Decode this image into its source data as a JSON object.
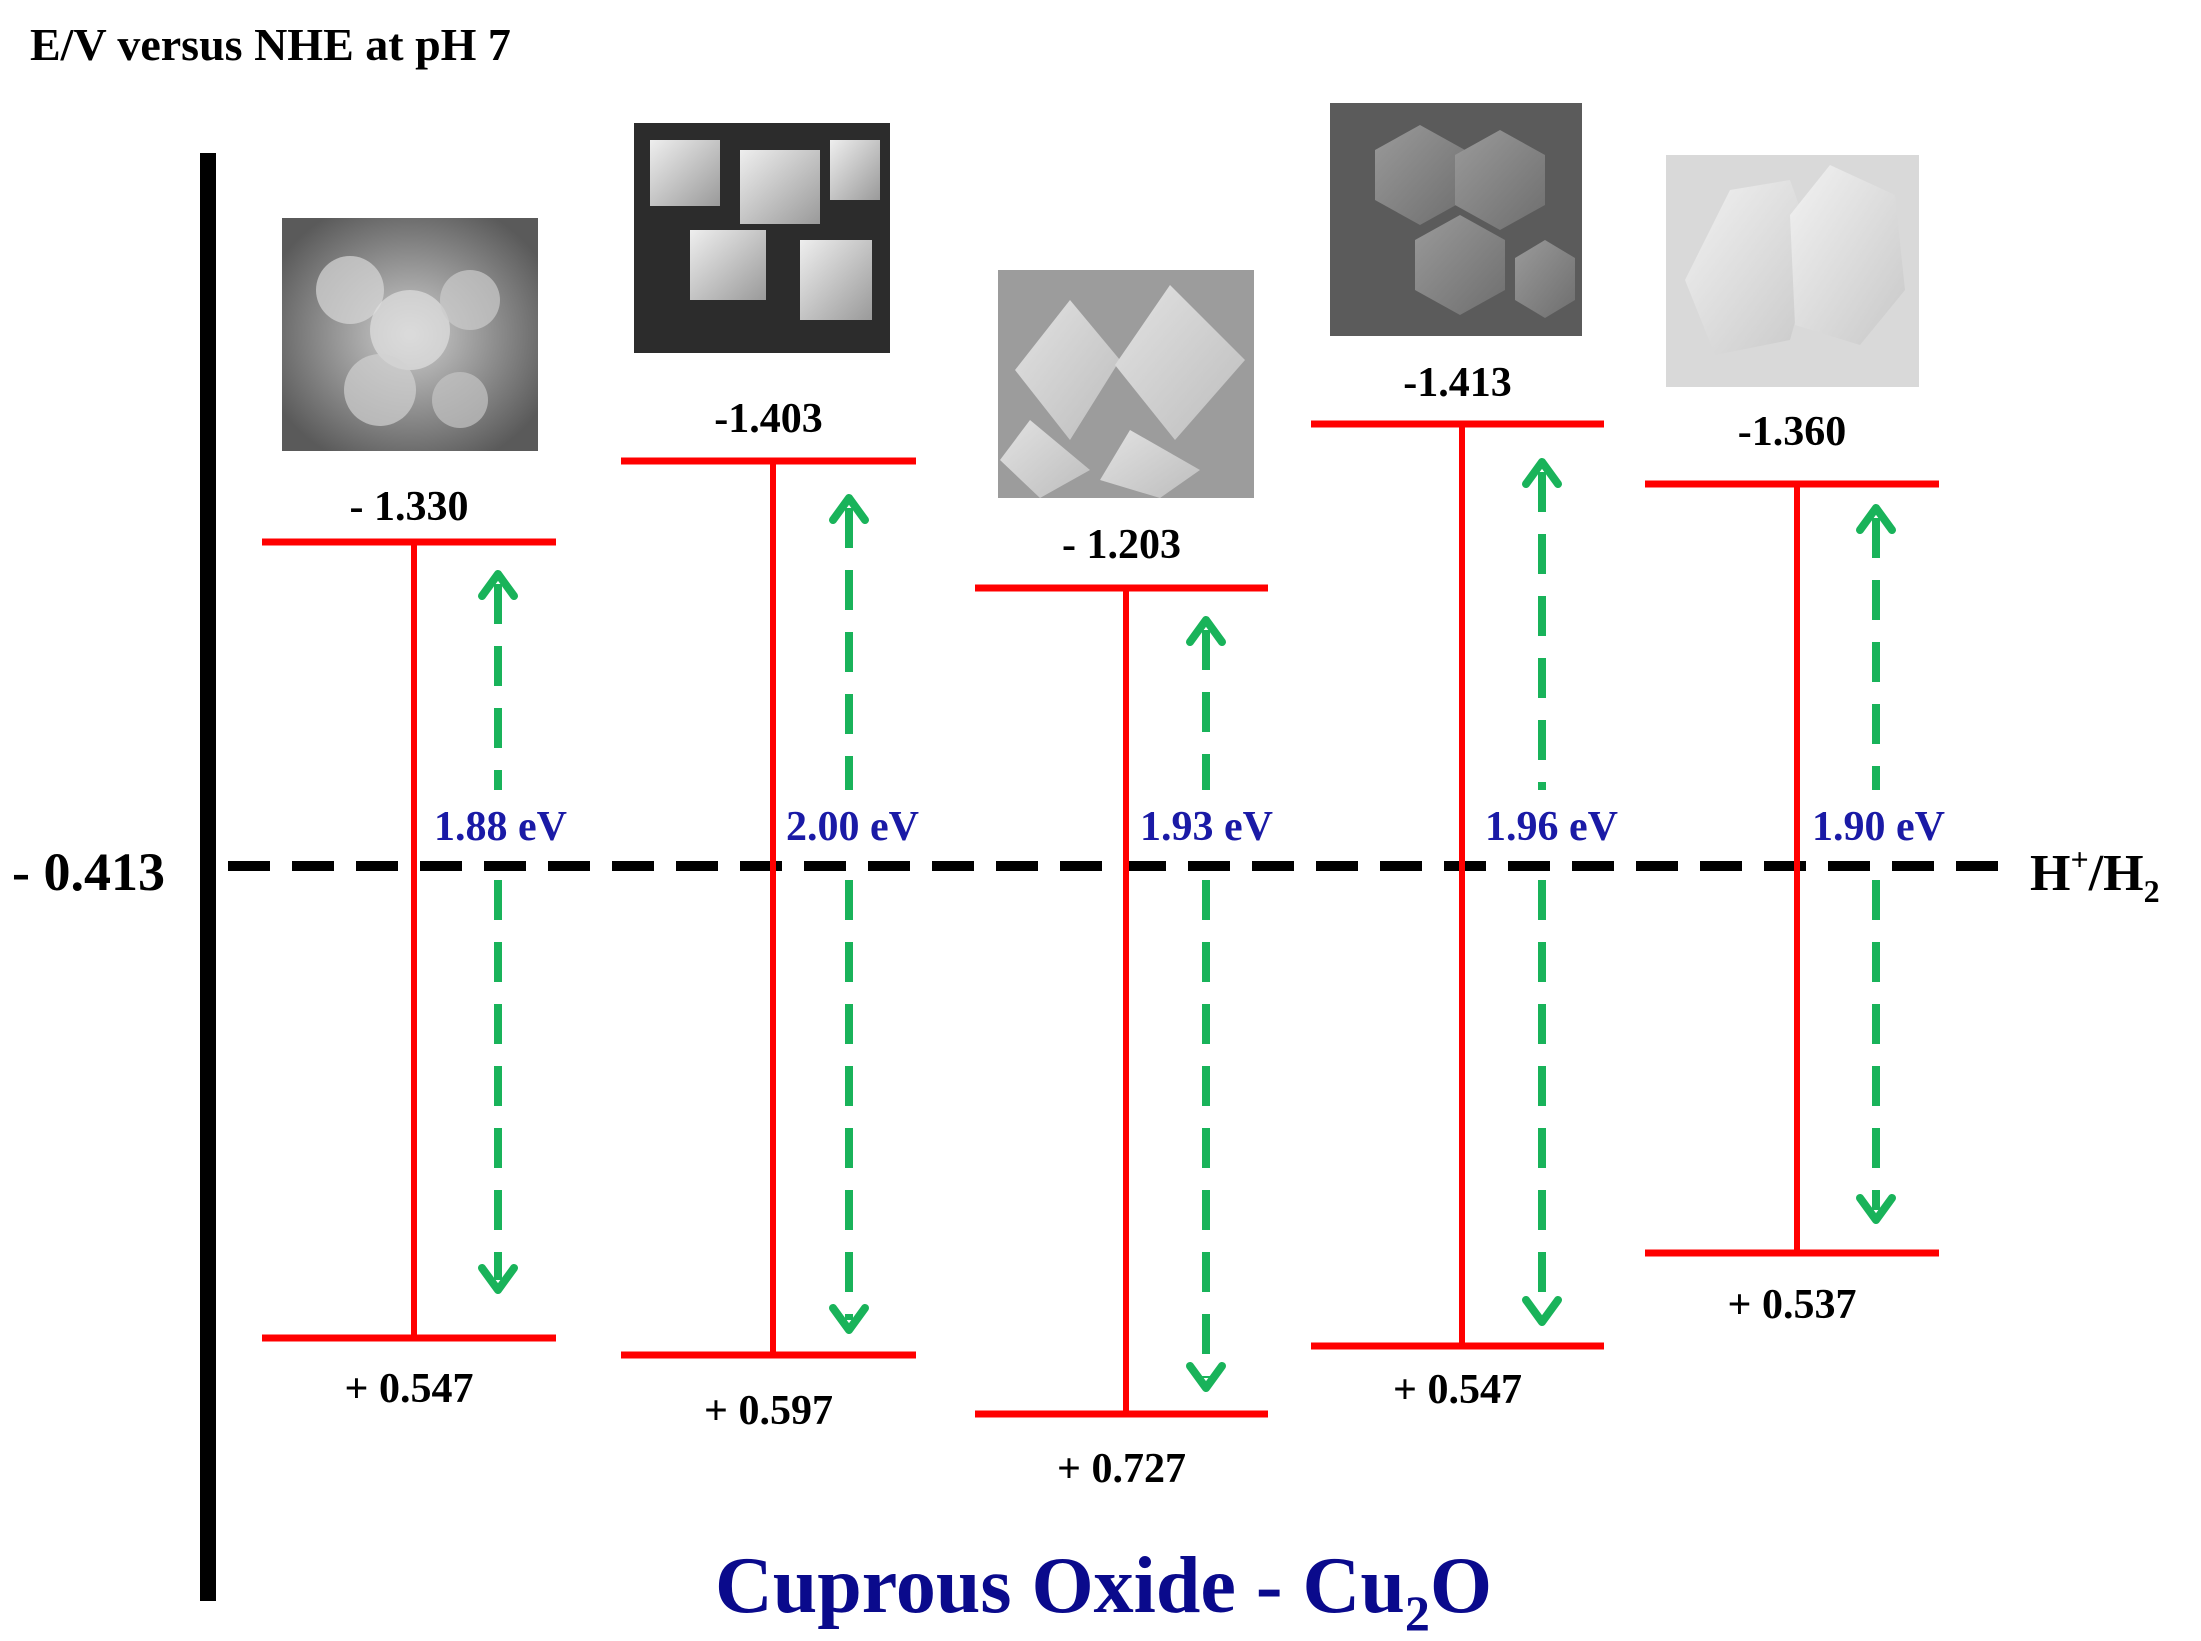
{
  "axis_title": "E/V versus NHE at pH 7",
  "reference": {
    "value_label": "- 0.413",
    "potential": -0.413,
    "couple_label_main": "H",
    "couple_label_sup": "+",
    "couple_label_mid": "/H",
    "couple_label_sub": "2"
  },
  "footer": {
    "main": "Cuprous Oxide - Cu",
    "sub": "2",
    "end": "O"
  },
  "colors": {
    "band": "#ff0000",
    "gap_arrow": "#19b35a",
    "gap_text": "#1a1aa6",
    "footer": "#0a0a8c",
    "axis": "#000000"
  },
  "columns": [
    {
      "cb_label": "- 1.330",
      "cb": -1.33,
      "vb_label": "+ 0.547",
      "vb": 0.547,
      "gap_label": "1.88 eV",
      "gap": 1.88,
      "image": "sem-aggregate-particles"
    },
    {
      "cb_label": "-1.403",
      "cb": -1.403,
      "vb_label": "+ 0.597",
      "vb": 0.597,
      "gap_label": "2.00 eV",
      "gap": 2.0,
      "image": "sem-cubic-crystals"
    },
    {
      "cb_label": "- 1.203",
      "cb": -1.203,
      "vb_label": "+ 0.727",
      "vb": 0.727,
      "gap_label": "1.93 eV",
      "gap": 1.93,
      "image": "sem-octahedral-crystals"
    },
    {
      "cb_label": "-1.413",
      "cb": -1.413,
      "vb_label": "+ 0.547",
      "vb": 0.547,
      "gap_label": "1.96 eV",
      "gap": 1.96,
      "image": "sem-hexagonal-plates"
    },
    {
      "cb_label": "-1.360",
      "cb": -1.36,
      "vb_label": "+ 0.537",
      "vb": 0.537,
      "gap_label": "1.90 eV",
      "gap": 1.9,
      "image": "sem-polyhedral-crystals"
    }
  ]
}
